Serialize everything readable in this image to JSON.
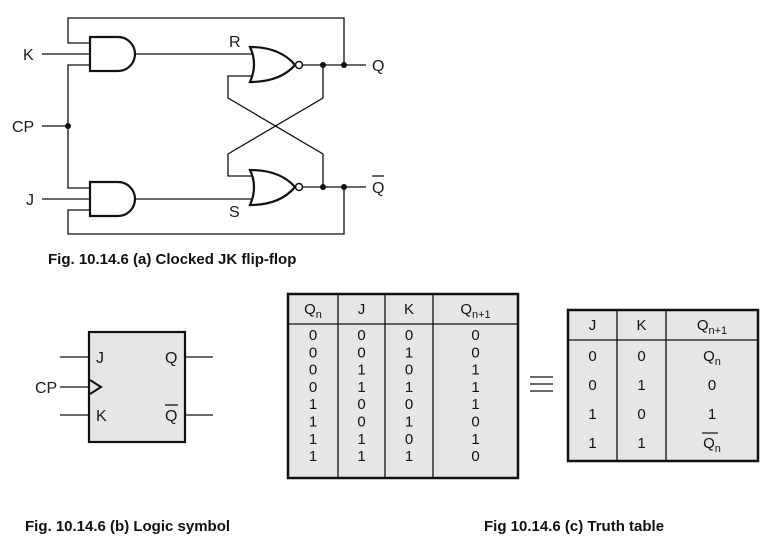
{
  "circuit": {
    "inputs": {
      "k": "K",
      "cp": "CP",
      "j": "J"
    },
    "internal": {
      "r": "R",
      "s": "S"
    },
    "outputs": {
      "q": "Q",
      "q_bar": "Q"
    },
    "caption": "Fig. 10.14.6 (a) Clocked JK flip-flop"
  },
  "logic_symbol": {
    "pins": {
      "j": "J",
      "k": "K",
      "cp": "CP",
      "q": "Q",
      "q_bar": "Q"
    },
    "caption": "Fig. 10.14.6 (b) Logic symbol",
    "fill_color": "#e6e6e6"
  },
  "truth_table_full": {
    "headers": [
      {
        "main": "Q",
        "sub": "n"
      },
      {
        "main": "J",
        "sub": ""
      },
      {
        "main": "K",
        "sub": ""
      },
      {
        "main": "Q",
        "sub": "n+1"
      }
    ],
    "rows": [
      [
        "0",
        "0",
        "0",
        "0"
      ],
      [
        "0",
        "0",
        "1",
        "0"
      ],
      [
        "0",
        "1",
        "0",
        "1"
      ],
      [
        "0",
        "1",
        "1",
        "1"
      ],
      [
        "1",
        "0",
        "0",
        "1"
      ],
      [
        "1",
        "0",
        "1",
        "0"
      ],
      [
        "1",
        "1",
        "0",
        "1"
      ],
      [
        "1",
        "1",
        "1",
        "0"
      ]
    ]
  },
  "equivalence_symbol": "≡",
  "truth_table_reduced": {
    "headers": [
      {
        "main": "J",
        "sub": ""
      },
      {
        "main": "K",
        "sub": ""
      },
      {
        "main": "Q",
        "sub": "n+1"
      }
    ],
    "rows": [
      {
        "j": "0",
        "k": "0",
        "q_main": "Q",
        "q_sub": "n",
        "overbar": false
      },
      {
        "j": "0",
        "k": "1",
        "q_main": "0",
        "q_sub": "",
        "overbar": false
      },
      {
        "j": "1",
        "k": "0",
        "q_main": "1",
        "q_sub": "",
        "overbar": false
      },
      {
        "j": "1",
        "k": "1",
        "q_main": "Q",
        "q_sub": "n",
        "overbar": true
      }
    ],
    "caption": "Fig 10.14.6 (c) Truth table"
  },
  "colors": {
    "table_fill": "#e6e6e6",
    "ink": "#111111"
  }
}
